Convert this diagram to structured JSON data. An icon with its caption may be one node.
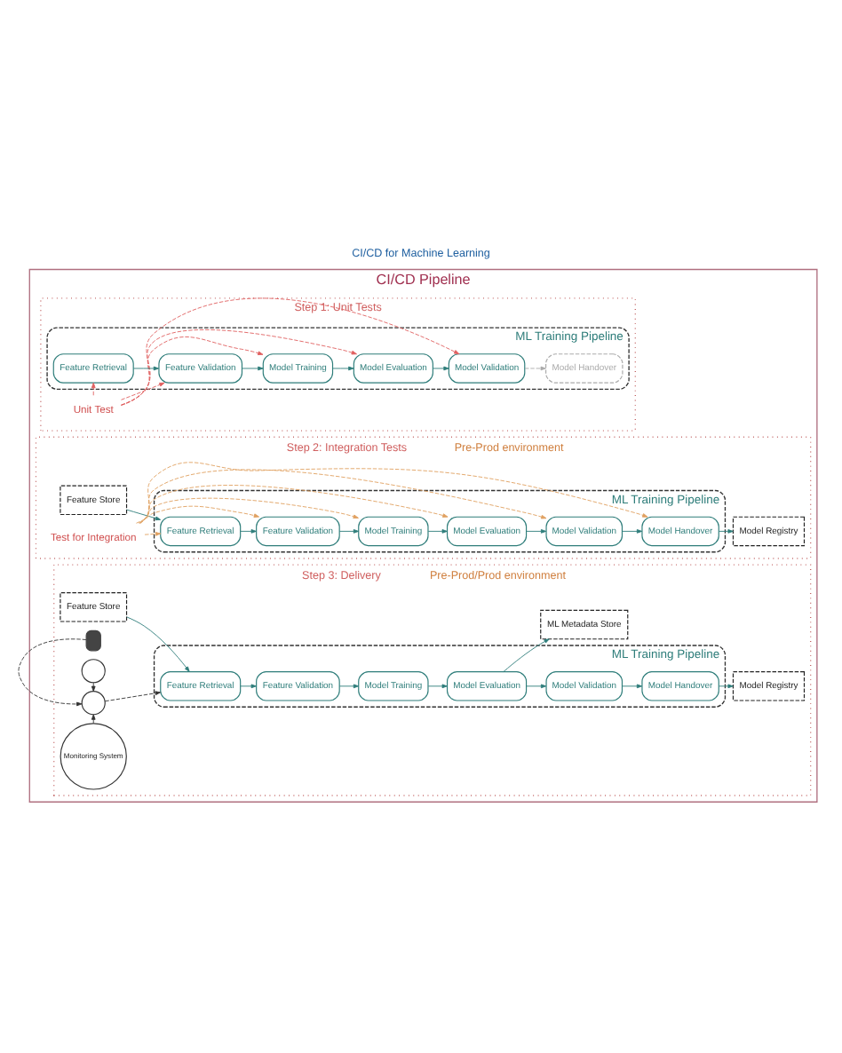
{
  "diagram": {
    "title": "CI/CD for Machine Learning",
    "nodes": [
      {
        "text": [
          "CI/CD Pipeline"
        ]
      },
      {
        "text": [
          "Step 1: Unit Tests"
        ],
        "in": 0
      },
      {
        "text": [
          "Unit Test"
        ],
        "in": 1
      },
      {
        "text": [
          "ML Training Pipeline"
        ],
        "in": 1
      },
      {
        "text": [
          "Feature Retrieval"
        ],
        "in": 3
      },
      {
        "text": [
          "Feature Validation"
        ],
        "in": 3
      },
      {
        "text": [
          "Model Training"
        ],
        "in": 3
      },
      {
        "text": [
          "Model Evaluation"
        ],
        "in": 3
      },
      {
        "text": [
          "Model Validation"
        ],
        "in": 3
      },
      {
        "text": [
          "Model Handover"
        ],
        "in": 3
      },
      {
        "text": [
          "Step 2: Integration Tests",
          "Pre-Prod environment"
        ],
        "in": 0
      },
      {
        "text": [
          "ML Training Pipeline"
        ],
        "in": 10
      },
      {
        "text": [
          "Feature Retrieval"
        ],
        "in": 11
      },
      {
        "text": [
          "Feature Validation"
        ],
        "in": 11
      },
      {
        "text": [
          "Model Training"
        ],
        "in": 11
      },
      {
        "text": [
          "Model Evaluation"
        ],
        "in": 11
      },
      {
        "text": [
          "Model Validation"
        ],
        "in": 11
      },
      {
        "text": [
          "Model Handover"
        ],
        "in": 11
      },
      {
        "text": [
          "Feature Store"
        ],
        "in": 10
      },
      {
        "text": [
          "Model Registry"
        ],
        "in": 10
      },
      {
        "text": [
          "Test for Integration"
        ],
        "in": 10
      },
      {
        "text": [
          "Step 3: Delivery",
          "Pre-Prod/Prod environment"
        ],
        "in": 0
      },
      {
        "text": [
          "ML Training Pipeline"
        ],
        "in": 21
      },
      {
        "text": [
          "Feature Retrieval"
        ],
        "in": 22
      },
      {
        "text": [
          "Feature Validation"
        ],
        "in": 22
      },
      {
        "text": [
          "Model Training"
        ],
        "in": 22
      },
      {
        "text": [
          "Model Evaluation"
        ],
        "in": 22
      },
      {
        "text": [
          "Model Validation"
        ],
        "in": 22
      },
      {
        "text": [
          "Model Handover"
        ],
        "in": 22
      },
      {
        "text": [
          "Feature Store"
        ],
        "in": 21
      },
      {
        "text": [
          "ML Metadata Store"
        ],
        "in": 21
      },
      {
        "text": [
          "Model Registry"
        ],
        "in": 21
      },
      {
        "text": [],
        "shape": "person",
        "in": 21
      },
      {
        "text": [],
        "shape": "circle",
        "in": 21
      },
      {
        "text": [],
        "shape": "circle",
        "in": 21
      },
      {
        "text": [
          "Monitoring System"
        ],
        "in": 21
      }
    ],
    "edges": [
      {
        "from": 2,
        "to": 4,
        "arrow": "to",
        "style": "dashed",
        "color": "#e06060"
      },
      {
        "from": 2,
        "to": 5,
        "arrow": "to",
        "style": "dashed",
        "color": "#e06060"
      },
      {
        "from": 2,
        "to": 6,
        "arrow": "to",
        "style": "dashed",
        "color": "#e06060"
      },
      {
        "from": 2,
        "to": 7,
        "arrow": "to",
        "style": "dashed",
        "color": "#e06060"
      },
      {
        "from": 2,
        "to": 8,
        "arrow": "to",
        "style": "dashed",
        "color": "#e06060"
      },
      {
        "from": 4,
        "to": 5,
        "arrow": "to"
      },
      {
        "from": 5,
        "to": 6,
        "arrow": "to"
      },
      {
        "from": 6,
        "to": 7,
        "arrow": "to"
      },
      {
        "from": 7,
        "to": 8,
        "arrow": "to"
      },
      {
        "from": 8,
        "to": 9,
        "arrow": "to",
        "style": "dashed",
        "color": "#aaaaaa"
      },
      {
        "from": 12,
        "to": 13,
        "arrow": "to"
      },
      {
        "from": 13,
        "to": 14,
        "arrow": "to"
      },
      {
        "from": 14,
        "to": 15,
        "arrow": "to"
      },
      {
        "from": 15,
        "to": 16,
        "arrow": "to"
      },
      {
        "from": 16,
        "to": 17,
        "arrow": "to"
      },
      {
        "from": 18,
        "to": 12,
        "arrow": "to"
      },
      {
        "from": 17,
        "to": 19,
        "arrow": "to"
      },
      {
        "from": 20,
        "to": 12,
        "arrow": "to",
        "style": "dashed",
        "color": "#e0a060"
      },
      {
        "from": 20,
        "to": 13,
        "arrow": "to",
        "style": "dashed",
        "color": "#e0a060"
      },
      {
        "from": 20,
        "to": 14,
        "arrow": "to",
        "style": "dashed",
        "color": "#e0a060"
      },
      {
        "from": 20,
        "to": 15,
        "arrow": "to",
        "style": "dashed",
        "color": "#e0a060"
      },
      {
        "from": 20,
        "to": 16,
        "arrow": "to",
        "style": "dashed",
        "color": "#e0a060"
      },
      {
        "from": 20,
        "to": 17,
        "arrow": "to",
        "style": "dashed",
        "color": "#e0a060"
      },
      {
        "from": 23,
        "to": 24,
        "arrow": "to"
      },
      {
        "from": 24,
        "to": 25,
        "arrow": "to"
      },
      {
        "from": 25,
        "to": 26,
        "arrow": "to"
      },
      {
        "from": 26,
        "to": 27,
        "arrow": "to"
      },
      {
        "from": 27,
        "to": 28,
        "arrow": "to"
      },
      {
        "from": 29,
        "to": 23,
        "arrow": "to"
      },
      {
        "from": 26,
        "to": 30,
        "arrow": "to"
      },
      {
        "from": 28,
        "to": 31,
        "arrow": "to"
      },
      {
        "from": 34,
        "to": 23,
        "arrow": "to",
        "style": "dashed",
        "color": "#333333"
      },
      {
        "from": 32,
        "to": 34,
        "arrow": "to",
        "style": "dashed",
        "color": "#333333"
      },
      {
        "from": 33,
        "to": 34,
        "arrow": "to",
        "style": "dashed",
        "color": "#333333"
      },
      {
        "from": 35,
        "to": 34,
        "arrow": "to",
        "style": "dashed",
        "color": "#333333"
      }
    ]
  }
}
